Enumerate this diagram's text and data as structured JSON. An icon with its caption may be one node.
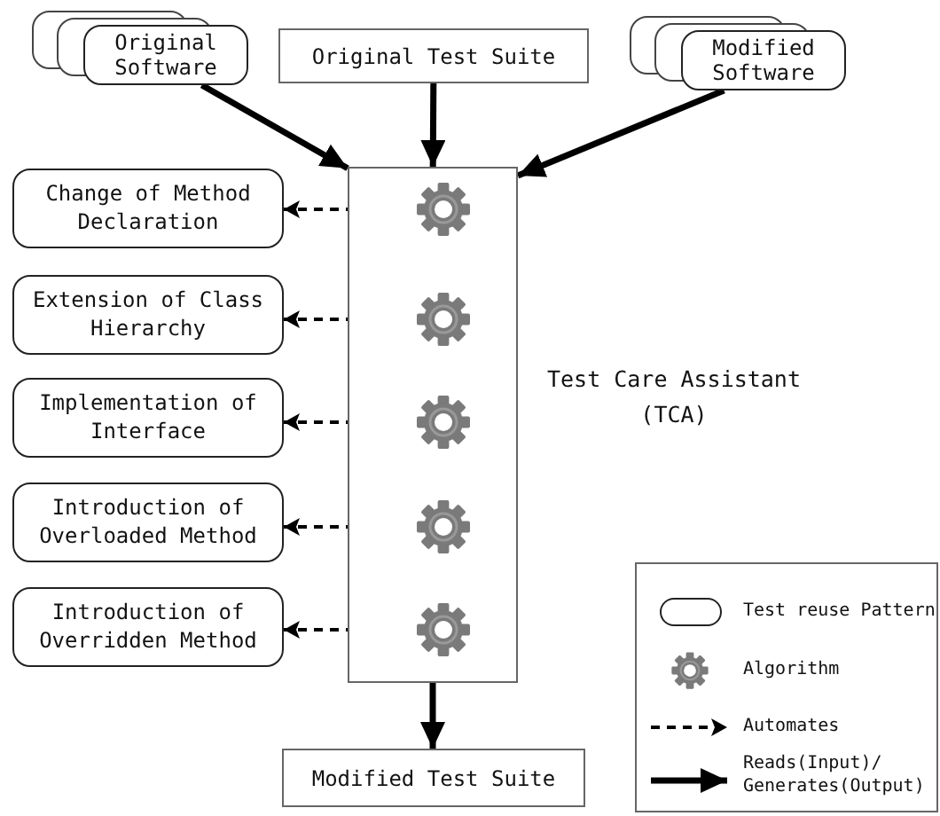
{
  "diagram": {
    "nodes": [
      {
        "text": [
          "Original Software"
        ]
      },
      {
        "text": [
          "Original Test Suite"
        ]
      },
      {
        "text": [
          "Modified Software"
        ]
      },
      {
        "text": [
          "Test Care Assistant (TCA)"
        ]
      },
      {
        "text": [],
        "shape": "gear",
        "in": 3
      },
      {
        "text": [],
        "shape": "gear",
        "in": 3
      },
      {
        "text": [],
        "shape": "gear",
        "in": 3
      },
      {
        "text": [],
        "shape": "gear",
        "in": 3
      },
      {
        "text": [],
        "shape": "gear",
        "in": 3
      },
      {
        "text": [
          "Change of Method Declaration"
        ]
      },
      {
        "text": [
          "Extension of Class Hierarchy"
        ]
      },
      {
        "text": [
          "Implementation of Interface"
        ]
      },
      {
        "text": [
          "Introduction of Overloaded Method"
        ]
      },
      {
        "text": [
          "Introduction of Overridden Method"
        ]
      },
      {
        "text": [
          "Modified Test Suite"
        ]
      }
    ],
    "edges": [
      {
        "from": 0,
        "to": 3,
        "arrow": "to"
      },
      {
        "from": 1,
        "to": 3,
        "arrow": "to"
      },
      {
        "from": 2,
        "to": 3,
        "arrow": "to"
      },
      {
        "from": 4,
        "to": 9,
        "arrow": "to",
        "style": "dashed"
      },
      {
        "from": 5,
        "to": 10,
        "arrow": "to",
        "style": "dashed"
      },
      {
        "from": 6,
        "to": 11,
        "arrow": "to",
        "style": "dashed"
      },
      {
        "from": 7,
        "to": 12,
        "arrow": "to",
        "style": "dashed"
      },
      {
        "from": 8,
        "to": 13,
        "arrow": "to",
        "style": "dashed"
      },
      {
        "from": 3,
        "to": 14,
        "arrow": "to"
      }
    ],
    "legend": [
      {
        "text": "Test reuse Pattern"
      },
      {
        "text": "Algorithm"
      },
      {
        "text": "Automates"
      },
      {
        "text": "Reads(Input)/ Generates(Output)"
      }
    ]
  }
}
